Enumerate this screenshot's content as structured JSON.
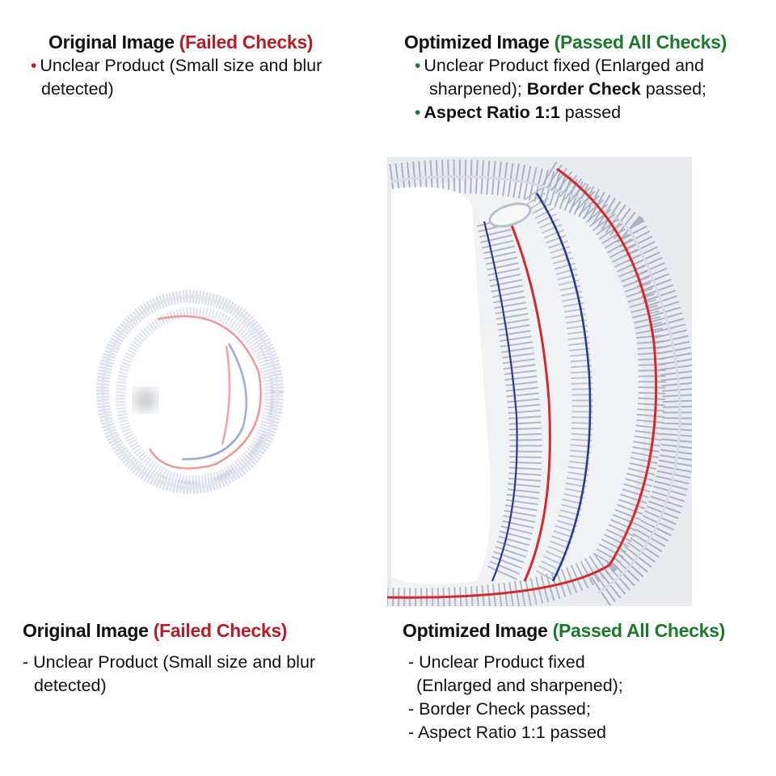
{
  "left_header": {
    "title": "Original Image",
    "status": "(Failed Checks)",
    "lines": [
      "Unclear Product (Small size and blur",
      "detected)"
    ]
  },
  "right_header": {
    "title": "Optimized Image",
    "status": "(Passed All Checks)",
    "line1": "Unclear Product fixed (Enlarged and",
    "line2_pre": "sharpened); ",
    "line2_bold": "Border Check",
    "line2_post": " passed;",
    "line3_bold": "Aspect Ratio 1:1",
    "line3_post": " passed"
  },
  "left_footer": {
    "title": "Original Image",
    "status": "(Failed Checks)",
    "lines": [
      "- Unclear Product (Small size and blur",
      "detected)"
    ]
  },
  "right_footer": {
    "title": "Optimized Image",
    "status": "(Passed All Checks)",
    "lines": [
      "- Unclear Product fixed",
      "(Enlarged and sharpened);",
      "- Border Check passed;",
      "- Aspect Ratio 1:1 passed"
    ]
  },
  "colors": {
    "failed": "#b51d2a",
    "passed": "#1d7a2c",
    "hose_red": "#d42a2f",
    "hose_blue": "#2b3d8f",
    "coil": "#9aa4b8"
  }
}
